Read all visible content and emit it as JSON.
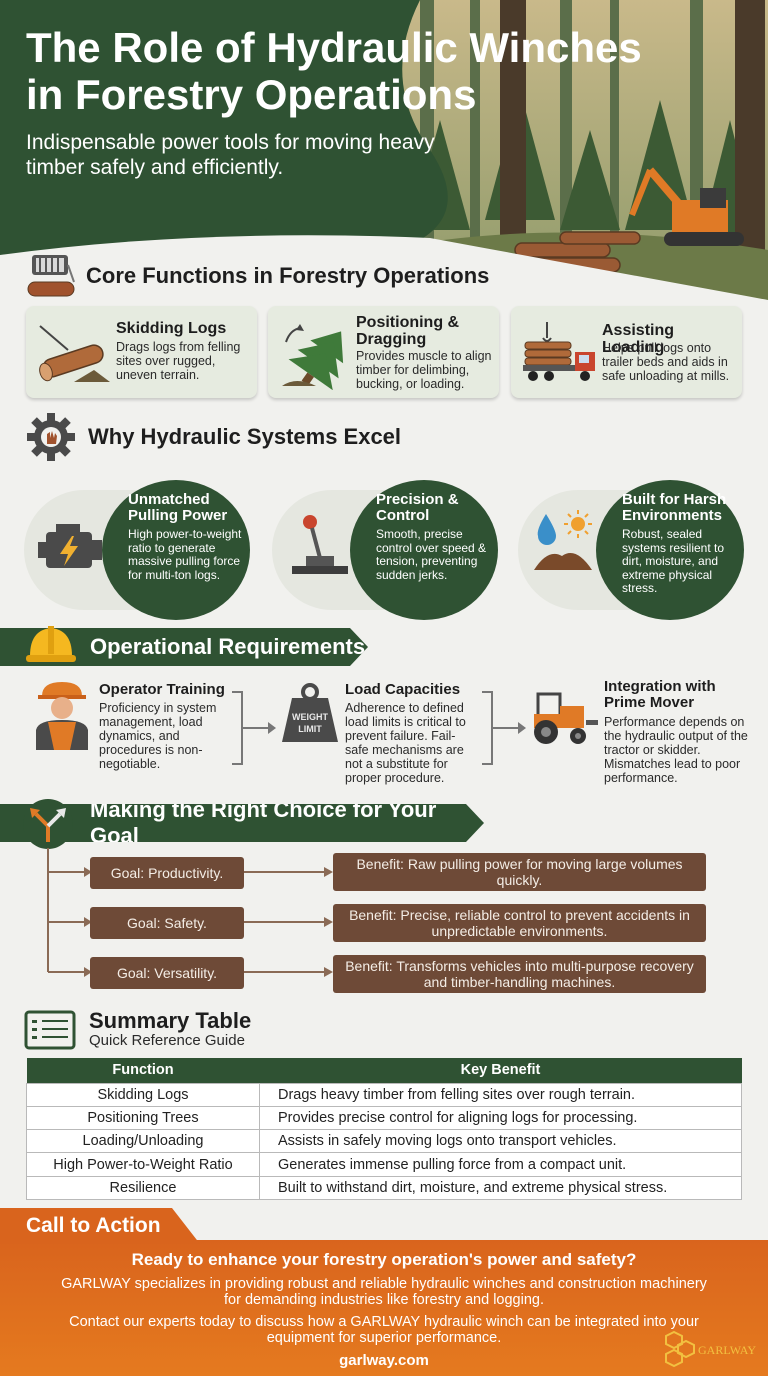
{
  "header": {
    "title": "The Role of Hydraulic Winches in Forestry Operations",
    "subtitle": "Indispensable power tools for moving heavy timber safely and efficiently."
  },
  "core": {
    "heading": "Core Functions in Forestry Operations",
    "cards": [
      {
        "title": "Skidding Logs",
        "desc": "Drags logs from felling sites over rugged, uneven terrain.",
        "icon": "log-drag-icon"
      },
      {
        "title": "Positioning & Dragging",
        "desc": "Provides muscle to align timber for delimbing, bucking, or loading.",
        "icon": "fallen-tree-icon"
      },
      {
        "title": "Assisting Loading",
        "desc": "Helps pull logs onto trailer beds and aids in safe unloading at mills.",
        "icon": "log-truck-icon"
      }
    ]
  },
  "why": {
    "heading": "Why Hydraulic Systems Excel",
    "items": [
      {
        "title": "Unmatched Pulling Power",
        "desc": "High power-to-weight ratio to generate massive pulling force for multi-ton logs.",
        "icon": "engine-icon"
      },
      {
        "title": "Precision & Control",
        "desc": "Smooth, precise control over speed & tension, preventing sudden jerks.",
        "icon": "control-lever-icon"
      },
      {
        "title": "Built for Harsh Environments",
        "desc": "Robust, sealed systems resilient to dirt, moisture, and extreme physical stress.",
        "icon": "weather-icon"
      }
    ]
  },
  "requirements": {
    "heading": "Operational Requirements",
    "items": [
      {
        "title": "Operator Training",
        "desc": "Proficiency in system management, load dynamics, and procedures is non-negotiable.",
        "icon": "operator-icon"
      },
      {
        "title": "Load Capacities",
        "desc": "Adherence to defined load limits is critical to prevent failure. Fail-safe mechanisms are not a substitute for proper procedure.",
        "icon": "weight-icon",
        "icon_label": "WEIGHT LIMIT"
      },
      {
        "title": "Integration with Prime Mover",
        "desc": "Performance depends on the hydraulic output of the tractor or skidder. Mismatches lead to poor performance.",
        "icon": "tractor-icon"
      }
    ]
  },
  "choice": {
    "heading": "Making the Right Choice for Your Goal",
    "rows": [
      {
        "goal": "Goal: Productivity.",
        "benefit": "Benefit: Raw pulling power for moving large volumes quickly."
      },
      {
        "goal": "Goal: Safety.",
        "benefit": "Benefit: Precise, reliable control to prevent accidents in unpredictable environments."
      },
      {
        "goal": "Goal: Versatility.",
        "benefit": "Benefit: Transforms vehicles into multi-purpose recovery and timber-handling machines."
      }
    ]
  },
  "summary": {
    "heading": "Summary Table",
    "subheading": "Quick Reference Guide",
    "columns": [
      "Function",
      "Key Benefit"
    ],
    "rows": [
      [
        "Skidding Logs",
        "Drags heavy timber from felling sites over rough terrain."
      ],
      [
        "Positioning Trees",
        "Provides precise control for aligning logs for processing."
      ],
      [
        "Loading/Unloading",
        "Assists in safely moving logs onto transport vehicles."
      ],
      [
        "High Power-to-Weight Ratio",
        "Generates immense pulling force from a compact unit."
      ],
      [
        "Resilience",
        "Built to withstand dirt, moisture, and extreme physical stress."
      ]
    ]
  },
  "cta": {
    "tab": "Call to Action",
    "question": "Ready to enhance your forestry operation's power and safety?",
    "p1": "GARLWAY specializes in providing robust and reliable hydraulic winches and construction machinery for demanding industries like forestry and logging.",
    "p2": "Contact our experts today to discuss how a GARLWAY hydraulic winch can be integrated into your equipment for superior performance.",
    "url": "garlway.com",
    "logo_text": "GARLWAY"
  },
  "colors": {
    "forest_green": "#2f5233",
    "brown": "#6e4a37",
    "orange": "#d9641d",
    "card_bg": "#e6ebe0"
  }
}
